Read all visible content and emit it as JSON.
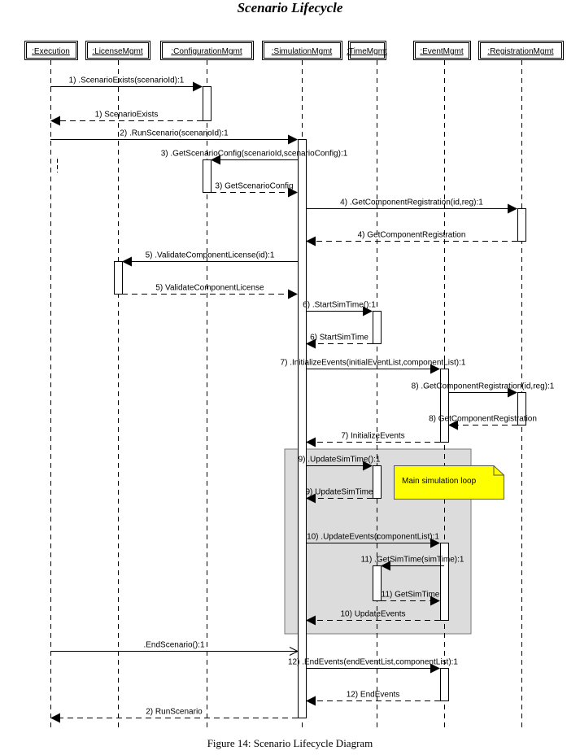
{
  "title": "Scenario Lifecycle",
  "caption": "Figure 14: Scenario Lifecycle Diagram",
  "participants": [
    ":Execution",
    ":LicenseMgmt",
    ":ConfigurationMgmt",
    ":SimulationMgmt",
    ":TimeMgmt",
    ":EventMgmt",
    ":RegistrationMgmt"
  ],
  "messages": [
    {
      "label": "1) .ScenarioExists(scenarioId):1",
      "from": 0,
      "to": 2,
      "kind": "call"
    },
    {
      "label": "1) ScenarioExists",
      "from": 2,
      "to": 0,
      "kind": "return"
    },
    {
      "label": "2) .RunScenario(scenarioId):1",
      "from": 0,
      "to": 3,
      "kind": "call"
    },
    {
      "label": "3) .GetScenarioConfig(scenarioId,scenarioConfig):1",
      "from": 3,
      "to": 2,
      "kind": "call"
    },
    {
      "label": "3) GetScenarioConfig",
      "from": 2,
      "to": 3,
      "kind": "return"
    },
    {
      "label": "4) .GetComponentRegistration(id,reg):1",
      "from": 3,
      "to": 6,
      "kind": "call"
    },
    {
      "label": "4) GetComponentRegistration",
      "from": 6,
      "to": 3,
      "kind": "return"
    },
    {
      "label": "5) .ValidateComponentLicense(id):1",
      "from": 3,
      "to": 1,
      "kind": "call"
    },
    {
      "label": "5) ValidateComponentLicense",
      "from": 1,
      "to": 3,
      "kind": "return"
    },
    {
      "label": "6) .StartSimTime():1",
      "from": 3,
      "to": 4,
      "kind": "call"
    },
    {
      "label": "6) StartSimTime",
      "from": 4,
      "to": 3,
      "kind": "return"
    },
    {
      "label": "7) .InitializeEvents(initialEventList,componentList):1",
      "from": 3,
      "to": 5,
      "kind": "call"
    },
    {
      "label": "8) .GetComponentRegistration(id,reg):1",
      "from": 5,
      "to": 6,
      "kind": "call"
    },
    {
      "label": "8) GetComponentRegistration",
      "from": 6,
      "to": 5,
      "kind": "return"
    },
    {
      "label": "7) InitializeEvents",
      "from": 5,
      "to": 3,
      "kind": "return"
    },
    {
      "label": "9) .UpdateSimTime():1",
      "from": 3,
      "to": 4,
      "kind": "call"
    },
    {
      "label": "9) UpdateSimTime",
      "from": 4,
      "to": 3,
      "kind": "return"
    },
    {
      "label": "10) .UpdateEvents(componentList):1",
      "from": 3,
      "to": 5,
      "kind": "call"
    },
    {
      "label": "11) .GetSimTime(simTime):1",
      "from": 5,
      "to": 4,
      "kind": "call"
    },
    {
      "label": "11) GetSimTime",
      "from": 4,
      "to": 5,
      "kind": "return"
    },
    {
      "label": "10) UpdateEvents",
      "from": 5,
      "to": 3,
      "kind": "return"
    },
    {
      "label": ".EndScenario():1",
      "from": 0,
      "to": 3,
      "kind": "async"
    },
    {
      "label": "12) .EndEvents(endEventList,componentList):1",
      "from": 3,
      "to": 5,
      "kind": "call"
    },
    {
      "label": "12) EndEvents",
      "from": 5,
      "to": 3,
      "kind": "return"
    },
    {
      "label": "2) RunScenario",
      "from": 3,
      "to": 0,
      "kind": "return"
    }
  ],
  "note": "Main simulation loop",
  "colors": {
    "note": "#ffff00",
    "loop": "#dcdcdc"
  }
}
